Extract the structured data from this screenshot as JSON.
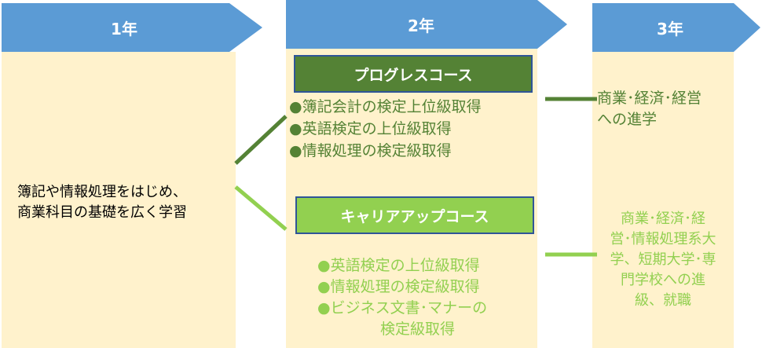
{
  "colors": {
    "arrow_fill": "#5b9bd5",
    "arrow_text": "#ffffff",
    "panel_bg": "#fff2cc",
    "progress_dark_green": "#548235",
    "career_light_green": "#92d050",
    "box_border": "#2f5597",
    "dark_text": "#000000"
  },
  "headers": {
    "year1": "1年",
    "year2": "2年",
    "year3": "3年"
  },
  "year1": {
    "lines": [
      "簿記や情報処理をはじめ、",
      "商業科目の基礎を広く学習"
    ]
  },
  "progress_course": {
    "title": "プログレスコース",
    "bullet": "●",
    "items": [
      "簿記会計の検定上位級取得",
      "英語検定の上位級取得",
      "情報処理の検定級取得"
    ],
    "outcome_lines": [
      "商業･経済･経営",
      "への進学"
    ]
  },
  "career_course": {
    "title": "キャリアアップコース",
    "bullet": "●",
    "items": [
      "英語検定の上位級取得",
      "情報処理の検定級取得",
      "ビジネス文書･マナーの"
    ],
    "item_continuation": "検定級取得",
    "outcome_lines": [
      "商業･経済･経",
      "営･情報処理系大",
      "学、短期大学･専",
      "門学校への進",
      "級、就職"
    ]
  }
}
